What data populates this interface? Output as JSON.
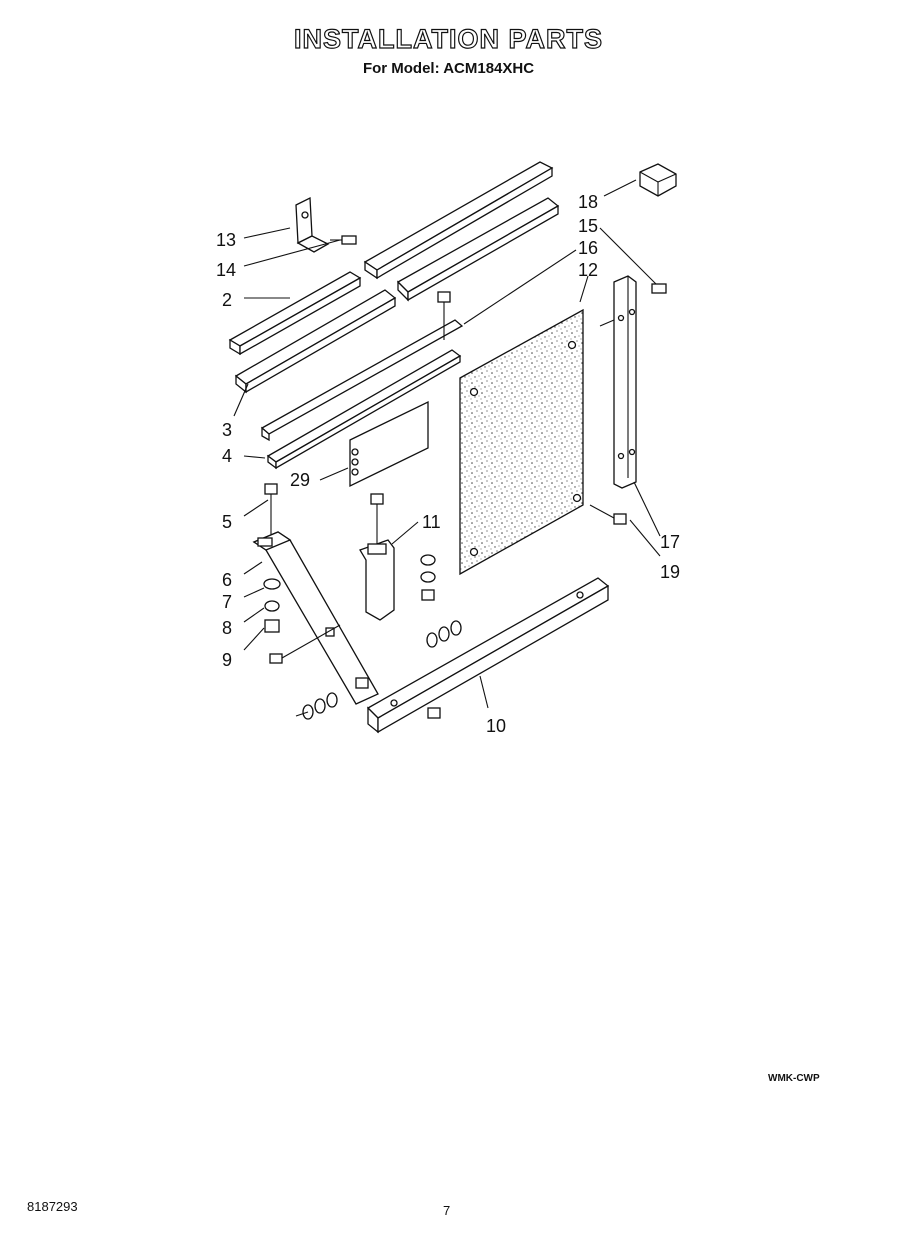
{
  "header": {
    "title": "INSTALLATION PARTS",
    "subtitle": "For Model: ACM184XHC"
  },
  "footer": {
    "doc_number": "8187293",
    "page_number": "7",
    "code": "WMK-CWP"
  },
  "callouts": {
    "c2": "2",
    "c3": "3",
    "c4": "4",
    "c5": "5",
    "c6": "6",
    "c7": "7",
    "c8": "8",
    "c9": "9",
    "c10": "10",
    "c11": "11",
    "c12": "12",
    "c13": "13",
    "c14": "14",
    "c15": "15",
    "c16": "16",
    "c17": "17",
    "c18": "18",
    "c19": "19",
    "c29": "29"
  }
}
